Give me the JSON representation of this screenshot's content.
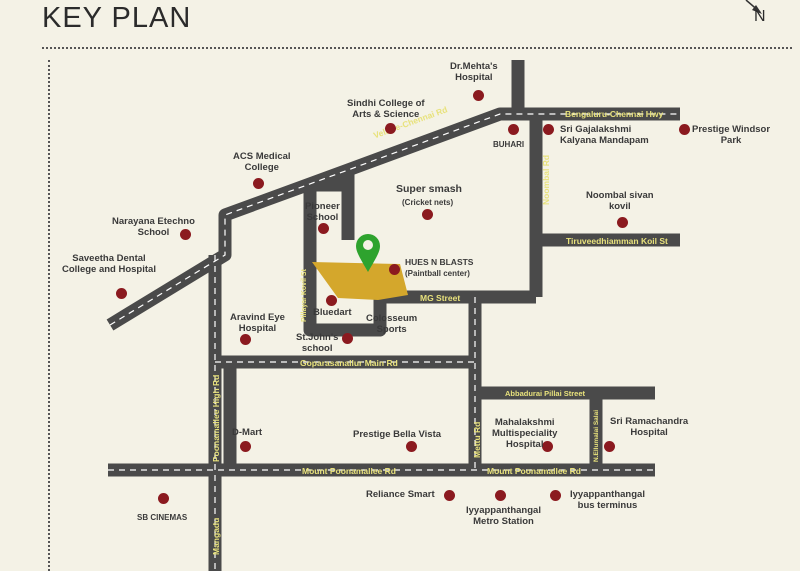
{
  "title": "KEY PLAN",
  "compass": "N",
  "colors": {
    "road": "#4a4a4a",
    "road_marking": "#ffffff",
    "landmark": "#8b1a1f",
    "site": "#d4a72c",
    "pin": "#2ea32e",
    "road_label": "#e8e27c"
  },
  "roads": {
    "bengaluru_chennai_hwy": "Bengaluru-Chennai Hwy",
    "vellore_chennai_rd": "Vellore-Chennai Rd",
    "tiruveedhiamman_koil_st": "Tiruveedhiamman Koil St",
    "noombal_rd": "Noombal Rd",
    "pillayar_kovil_st": "Pillayar Kovil St",
    "mg_street": "MG Street",
    "goparasanallur_main_rd": "Goparasanallur Main Rd",
    "poonamallee_high_rd": "Poonamallee High Rd",
    "abbadurai_pillai_street": "Abbadurai Pillai Street",
    "mettu_rd": "Mettu Rd",
    "n_ellumalai_salai": "N.Ellumalai Salai",
    "mount_poonamallee_rd_1": "Mount Poonamallee Rd",
    "mount_poonamallee_rd_2": "Mount Poonamallee Rd",
    "mangadu": "Mangadu"
  },
  "landmarks": {
    "dr_mehta": "Dr.Mehta's\nHospital",
    "sindhi_college": "Sindhi College of\nArts & Science",
    "buhari": "BUHARI",
    "gajalakshmi": "Sri Gajalakshmi\nKalyana Mandapam",
    "prestige_windsor": "Prestige Windsor\nPark",
    "acs_medical": "ACS Medical\nCollege",
    "super_smash": "Super smash",
    "cricket_nets": "(Cricket nets)",
    "noombal_sivan": "Noombal sivan\nkovil",
    "pioneer_school": "Pioneer\nSchool",
    "narayana_etechno": "Narayana Etechno\nSchool",
    "saveetha_dental": "Saveetha Dental\nCollege and Hospital",
    "hues_n_blasts": "HUES N BLASTS",
    "paintball": "(Paintball center)",
    "bluedart": "Bluedart",
    "aravind_eye": "Aravind Eye\nHospital",
    "colosseum_sports": "Colosseum\nSports",
    "st_johns": "St.John's\nschool",
    "d_mart": "D-Mart",
    "prestige_bella_vista": "Prestige Bella Vista",
    "mahalakshmi": "Mahalakshmi\nMultispeciality\nHospital",
    "sri_ramachandra": "Sri Ramachandra\nHospital",
    "reliance_smart": "Reliance Smart",
    "sb_cinemas": "SB CINEMAS",
    "iyyappanthangal_metro": "Iyyappanthangal\nMetro Station",
    "iyyappanthangal_bus": "Iyyappanthangal\nbus terminus"
  }
}
